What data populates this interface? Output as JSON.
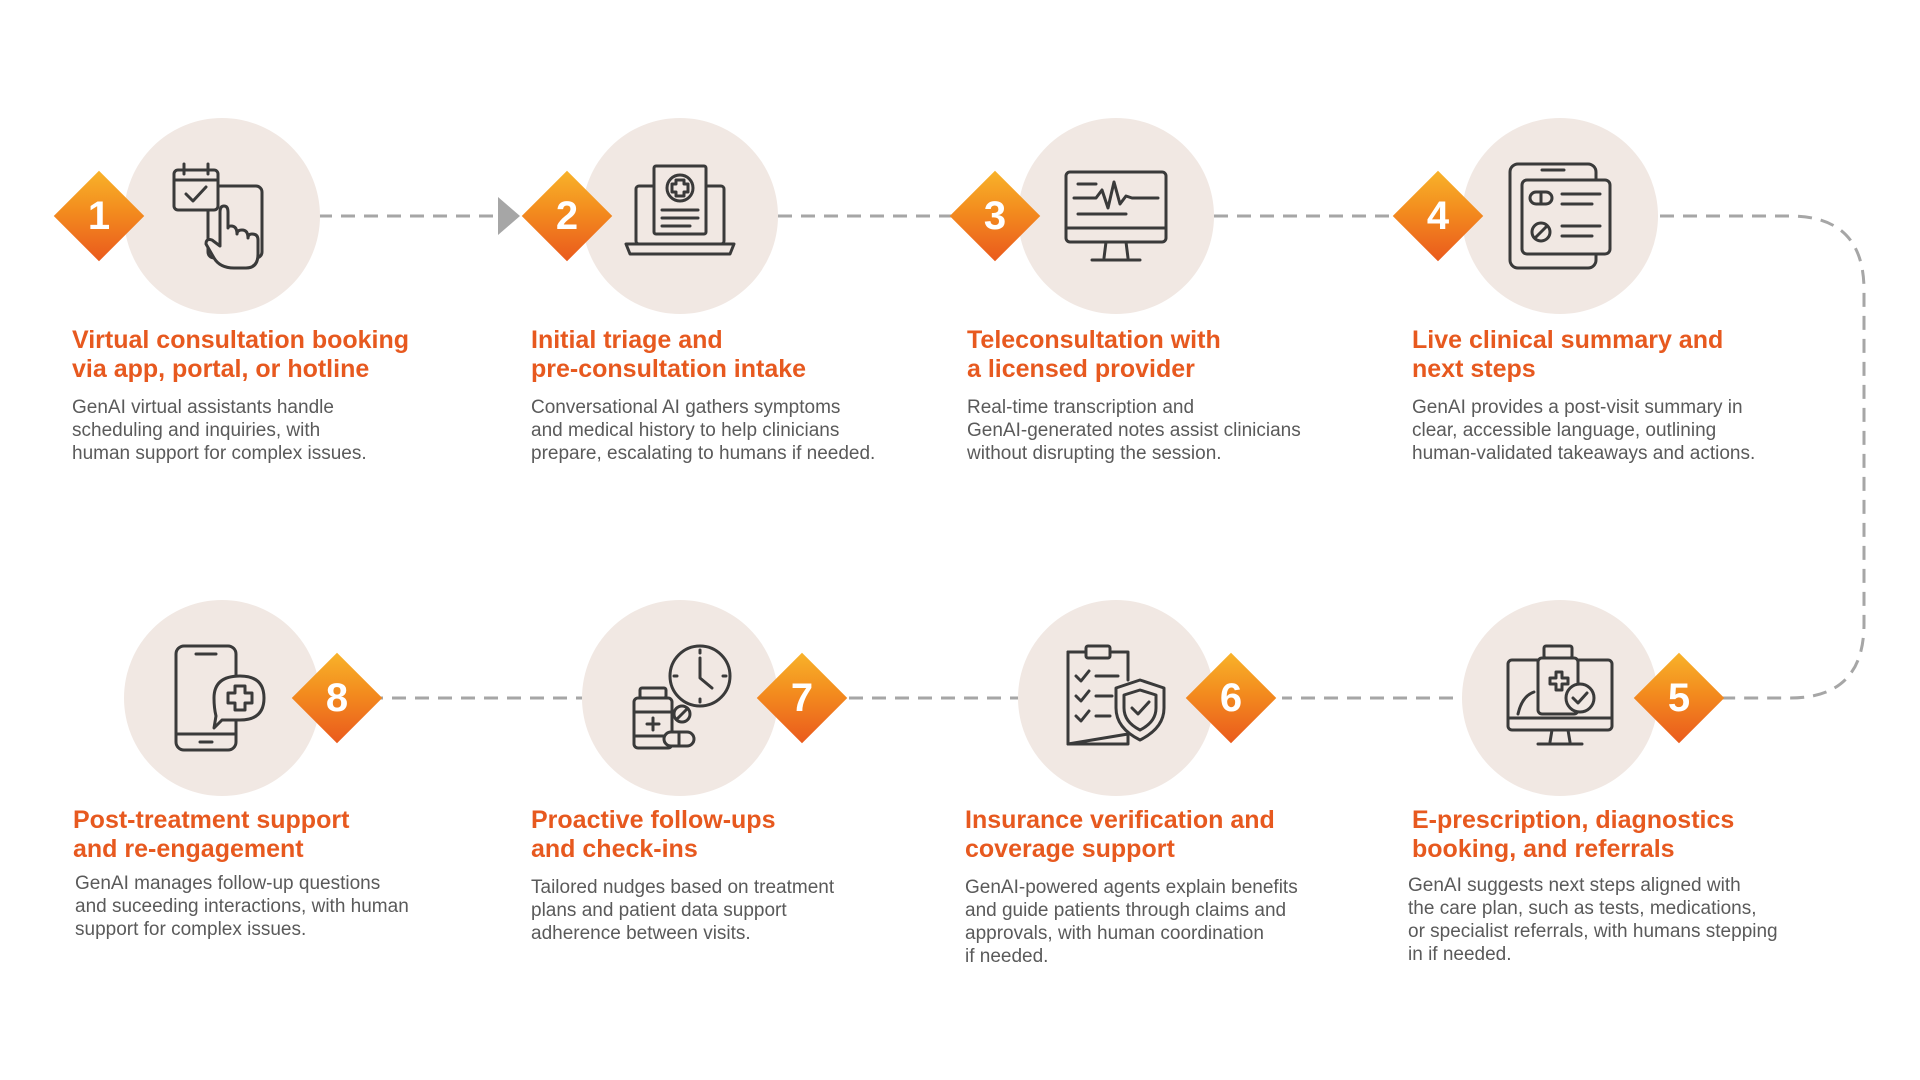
{
  "steps": [
    {
      "number": "1",
      "title": "Virtual consultation booking\nvia app, portal, or hotline",
      "description": "GenAI virtual assistants handle\nscheduling and inquiries, with\nhuman support for complex issues.",
      "icon": "calendar-touch-tablet-icon"
    },
    {
      "number": "2",
      "title": "Initial triage and\npre-consultation intake",
      "description": "Conversational AI gathers symptoms\nand medical history to help clinicians\nprepare, escalating to humans if needed.",
      "icon": "laptop-medical-record-icon"
    },
    {
      "number": "3",
      "title": "Teleconsultation with\na licensed provider",
      "description": "Real-time transcription and\nGenAI-generated notes assist clinicians\nwithout disrupting the session.",
      "icon": "monitor-heartbeat-icon"
    },
    {
      "number": "4",
      "title": "Live clinical summary and\nnext steps",
      "description": "GenAI provides a post-visit summary in\nclear, accessible language, outlining\nhuman-validated takeaways and actions.",
      "icon": "tablet-pill-summary-icon"
    },
    {
      "number": "5",
      "title": "E-prescription, diagnostics\nbooking, and referrals",
      "description": "GenAI suggests next steps aligned with\nthe care plan, such as tests, medications,\nor specialist referrals, with humans stepping\nin if needed.",
      "icon": "monitor-medicine-bottle-check-icon"
    },
    {
      "number": "6",
      "title": "Insurance verification and\ncoverage support",
      "description": "GenAI-powered agents explain benefits\nand guide patients through claims and\napprovals, with human coordination\nif needed.",
      "icon": "clipboard-shield-check-icon"
    },
    {
      "number": "7",
      "title": "Proactive follow-ups\nand check-ins",
      "description": "Tailored nudges based on treatment\nplans and patient data support\nadherence between visits.",
      "icon": "medicine-bottle-clock-icon"
    },
    {
      "number": "8",
      "title": "Post-treatment support\nand re-engagement",
      "description": "GenAI manages follow-up questions\nand suceeding interactions, with human\nsupport for complex issues.",
      "icon": "phone-medical-chat-icon"
    }
  ],
  "colors": {
    "title": "#e7591f",
    "body_text": "#5a5a5a",
    "circle_fill": "#f1e8e3",
    "connector": "#a6a6a6",
    "icon_stroke": "#3a3a3a",
    "badge_gradient": [
      "#f8b32a",
      "#f38b1e",
      "#ea5a1d"
    ]
  }
}
